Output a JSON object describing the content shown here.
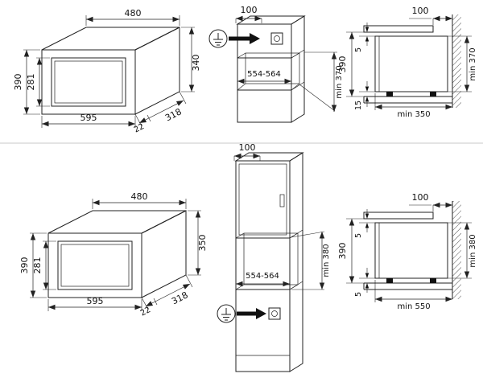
{
  "colors": {
    "line": "#222222",
    "arrow_fill": "#111111",
    "divider": "#c8c8c8",
    "background": "#ffffff"
  },
  "icons": {
    "ground": "earth-ground-icon",
    "insert_arrow": "socket-direction-arrow-icon"
  },
  "top": {
    "iso": {
      "top_width": "480",
      "frame_height": "390",
      "opening_height": "281",
      "body_height": "340",
      "front_width": "595",
      "flange_depth": "22",
      "body_depth": "318"
    },
    "cabinet": {
      "top_clearance": "100",
      "niche_width": "554-564",
      "niche_depth": "min 370"
    },
    "section": {
      "rear_clearance": "100",
      "top_gap": "5",
      "niche_height": "390",
      "bottom_gap": "15",
      "fit_height": "min 370",
      "shelf_depth": "min 350"
    }
  },
  "bottom": {
    "iso": {
      "top_width": "480",
      "frame_height": "390",
      "opening_height": "281",
      "body_height": "350",
      "front_width": "595",
      "flange_depth": "22",
      "body_depth": "318"
    },
    "column": {
      "top_clearance": "100",
      "niche_width": "554-564",
      "niche_height": "min 380"
    },
    "section": {
      "rear_clearance": "100",
      "top_gap": "5",
      "niche_height": "390",
      "bottom_gap": "5",
      "fit_height": "min 380",
      "shelf_depth": "min 550"
    }
  }
}
